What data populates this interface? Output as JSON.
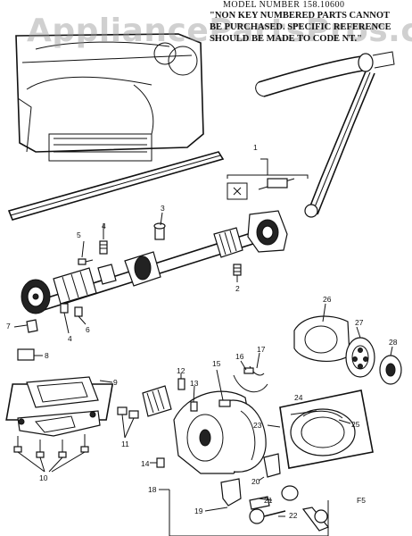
{
  "header": {
    "model_number": "MODEL NUMBER 158.10600",
    "note_line_1": "\"NON KEY NUMBERED PARTS CANNOT",
    "note_line_2": "BE PURCHASED. SPECIFIC REFERENCE",
    "note_line_3": "SHOULD BE MADE TO CODE NT.\""
  },
  "watermark": "AppliancePartsPros.com",
  "page_code": "F5",
  "callouts": [
    "1",
    "2",
    "3",
    "4",
    "5",
    "6",
    "7",
    "8",
    "9",
    "10",
    "11",
    "12",
    "13",
    "14",
    "15",
    "16",
    "17",
    "18",
    "19",
    "20",
    "21",
    "22",
    "23",
    "24",
    "25",
    "26",
    "27",
    "28"
  ]
}
